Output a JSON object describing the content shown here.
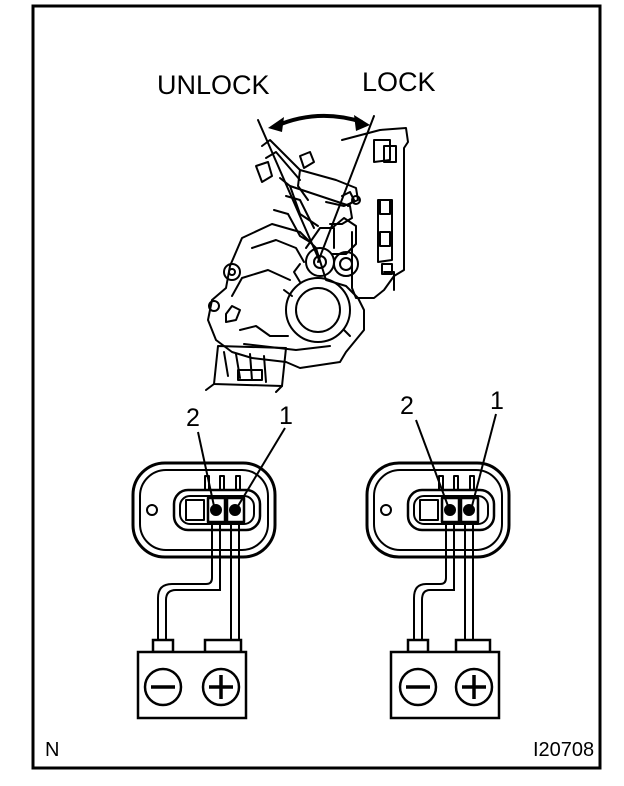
{
  "labels": {
    "unlock": "UNLOCK",
    "lock": "LOCK",
    "left_pin_2": "2",
    "left_pin_1": "1",
    "right_pin_2": "2",
    "right_pin_1": "1",
    "corner_mark": "N",
    "figure_id": "I20708"
  },
  "icons": {
    "negative_terminal": "minus-in-circle-icon",
    "positive_terminal": "plus-in-circle-icon"
  },
  "colors": {
    "line": "#000000",
    "background": "#ffffff"
  }
}
